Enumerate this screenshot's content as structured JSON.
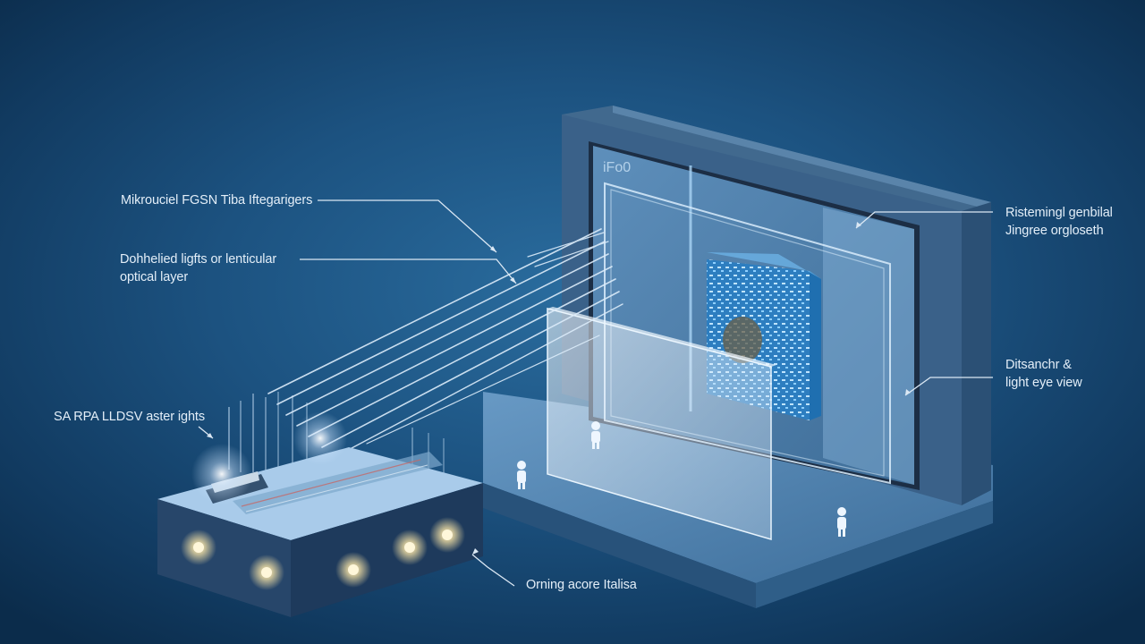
{
  "screen_text": "iFo0",
  "labels": {
    "top_left": "Mikrouciel FGSN Tiba Iftegarigers",
    "mid_left_line1": "Dohhelied ligfts or lenticular",
    "mid_left_line2": "optical layer",
    "bottom_left": "SA RPA LLDSV aster ights",
    "bottom_center": "Orning acore Italisa",
    "right_top_line1": "Ristemingl genbilal",
    "right_top_line2": "Jingree orgloseth",
    "right_mid_line1": "Ditsanchr &",
    "right_mid_line2": "light eye view"
  },
  "colors": {
    "background": "#1c5280",
    "label_text": "#e3eef8",
    "leader_line": "#dbe8f4",
    "glow": "#fff3c4"
  }
}
